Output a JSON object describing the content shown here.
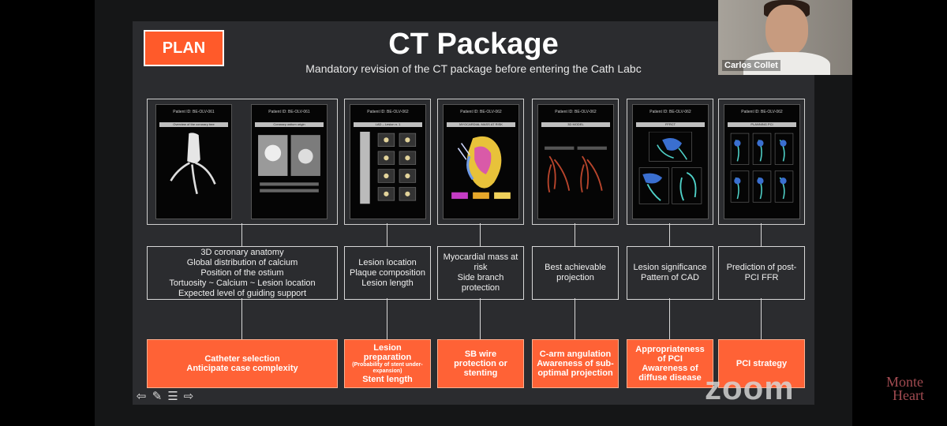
{
  "slide": {
    "badge": "PLAN",
    "title": "CT Package",
    "subtitle": "Mandatory revision of the CT package before entering the Cath Labc"
  },
  "columns": [
    {
      "id": "anatomy",
      "thumbnails": [
        {
          "header": "Patient ID: BE-OLV-061",
          "bar": "Overview of the coronary tree"
        },
        {
          "header": "Patient ID: BE-OLV-061",
          "bar": "Coronary ostium origin"
        }
      ],
      "description": [
        "3D coronary anatomy",
        "Global distribution of calcium",
        "Position of the ostium",
        "Tortuosity ~ Calcium ~ Lesion location",
        "Expected level of guiding support"
      ],
      "action": [
        "Catheter selection",
        "Anticipate case complexity"
      ]
    },
    {
      "id": "lesion",
      "thumbnails": [
        {
          "header": "Patient ID: BE-OLV-062",
          "bar": "LAD – Lesion n. 1"
        }
      ],
      "description": [
        "Lesion location",
        "Plaque composition",
        "Lesion length"
      ],
      "action": [
        "Lesion",
        "preparation",
        "(Probability of stent under-expansion)",
        "Stent length"
      ]
    },
    {
      "id": "myocardial",
      "thumbnails": [
        {
          "header": "Patient ID: BE-OLV-062",
          "bar": "MYOCARDIAL MASS AT RISK"
        }
      ],
      "description": [
        "Myocardial mass at",
        "risk",
        "Side branch",
        "protection"
      ],
      "action": [
        "SB wire",
        "protection or",
        "stenting"
      ]
    },
    {
      "id": "projection",
      "thumbnails": [
        {
          "header": "Patient ID: BE-OLV-062",
          "bar": "3D MODEL"
        }
      ],
      "description": [
        "Best achievable",
        "projection"
      ],
      "action": [
        "C-arm angulation",
        "Awareness of sub-",
        "optimal projection"
      ]
    },
    {
      "id": "significance",
      "thumbnails": [
        {
          "header": "Patient ID: BE-OLV-062",
          "bar": "FFRCT"
        }
      ],
      "description": [
        "Lesion significance",
        "Pattern of CAD"
      ],
      "action": [
        "Appropriateness",
        "of PCI",
        "Awareness of",
        "diffuse disease"
      ]
    },
    {
      "id": "strategy",
      "thumbnails": [
        {
          "header": "Patient ID: BE-OLV-062",
          "bar": "PLANNING PCI"
        }
      ],
      "description": [
        "Prediction of post-",
        "PCI FFR"
      ],
      "action": [
        "PCI strategy"
      ]
    }
  ],
  "video": {
    "participant_name": "Carlos Collet"
  },
  "watermark": {
    "zoom": "zoom",
    "brand_line1": "Monte",
    "brand_line2": "Heart"
  },
  "colors": {
    "accent": "#ff6236",
    "slide_bg": "#2b2c2f",
    "frame_bg": "#151617"
  },
  "icons": [
    "arrow-left-icon",
    "pen-icon",
    "menu-icon",
    "arrow-right-icon"
  ]
}
